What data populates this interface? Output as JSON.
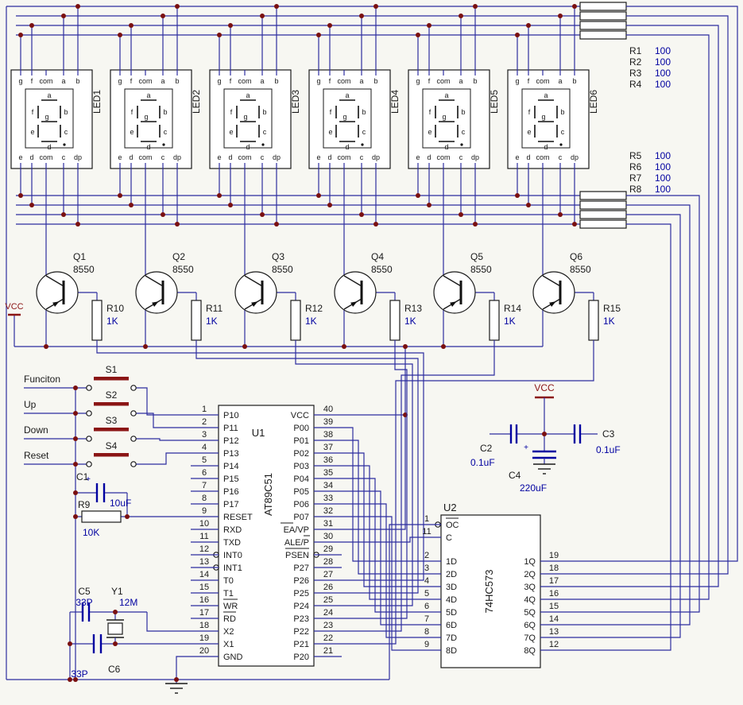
{
  "colors": {
    "wire": "#2d2da0",
    "junction": "#7a1010",
    "accent_red": "#8b1515",
    "value_blue": "#0000a0",
    "ink": "#1a1a1a",
    "background": "#f7f7f2"
  },
  "display": {
    "top_pins": [
      "g",
      "f",
      "com",
      "a",
      "b"
    ],
    "bottom_pins": [
      "e",
      "d",
      "com",
      "c",
      "dp"
    ],
    "segs": {
      "a": "a",
      "b": "b",
      "c": "c",
      "d": "d",
      "e": "e",
      "f": "f",
      "g": "g"
    },
    "names": [
      "LED1",
      "LED2",
      "LED3",
      "LED4",
      "LED5",
      "LED6"
    ]
  },
  "res_top": [
    {
      "ref": "R1",
      "val": "100"
    },
    {
      "ref": "R2",
      "val": "100"
    },
    {
      "ref": "R3",
      "val": "100"
    },
    {
      "ref": "R4",
      "val": "100"
    }
  ],
  "res_mid": [
    {
      "ref": "R5",
      "val": "100"
    },
    {
      "ref": "R6",
      "val": "100"
    },
    {
      "ref": "R7",
      "val": "100"
    },
    {
      "ref": "R8",
      "val": "100"
    }
  ],
  "transistors": [
    {
      "ref": "Q1",
      "val": "8550"
    },
    {
      "ref": "Q2",
      "val": "8550"
    },
    {
      "ref": "Q3",
      "val": "8550"
    },
    {
      "ref": "Q4",
      "val": "8550"
    },
    {
      "ref": "Q5",
      "val": "8550"
    },
    {
      "ref": "Q6",
      "val": "8550"
    }
  ],
  "res_base": [
    {
      "ref": "R10",
      "val": "1K"
    },
    {
      "ref": "R11",
      "val": "1K"
    },
    {
      "ref": "R12",
      "val": "1K"
    },
    {
      "ref": "R13",
      "val": "1K"
    },
    {
      "ref": "R14",
      "val": "1K"
    },
    {
      "ref": "R15",
      "val": "1K"
    }
  ],
  "power": {
    "vcc": "VCC"
  },
  "buttons": {
    "actions": [
      "Funciton",
      "Up",
      "Down",
      "Reset"
    ],
    "refs": [
      "S1",
      "S2",
      "S3",
      "S4"
    ]
  },
  "c1": {
    "ref": "C1",
    "val": "10uF",
    "plus": "+"
  },
  "r9": {
    "ref": "R9",
    "val": "10K"
  },
  "u1": {
    "ref": "U1",
    "part": "AT89C51",
    "left": [
      {
        "n": "1",
        "t": "P10"
      },
      {
        "n": "2",
        "t": "P11"
      },
      {
        "n": "3",
        "t": "P12"
      },
      {
        "n": "4",
        "t": "P13"
      },
      {
        "n": "5",
        "t": "P14"
      },
      {
        "n": "6",
        "t": "P15"
      },
      {
        "n": "7",
        "t": "P16"
      },
      {
        "n": "8",
        "t": "P17"
      },
      {
        "n": "9",
        "t": "RESET"
      },
      {
        "n": "10",
        "t": "RXD"
      },
      {
        "n": "11",
        "t": "TXD"
      },
      {
        "n": "12",
        "t": "INT0"
      },
      {
        "n": "13",
        "t": "INT1"
      },
      {
        "n": "14",
        "t": "T0"
      },
      {
        "n": "15",
        "t": "T1"
      },
      {
        "n": "16",
        "t": "WR"
      },
      {
        "n": "17",
        "t": "RD"
      },
      {
        "n": "18",
        "t": "X2"
      },
      {
        "n": "19",
        "t": "X1"
      },
      {
        "n": "20",
        "t": "GND"
      }
    ],
    "right": [
      {
        "n": "40",
        "t": "VCC"
      },
      {
        "n": "39",
        "t": "P00"
      },
      {
        "n": "38",
        "t": "P01"
      },
      {
        "n": "37",
        "t": "P02"
      },
      {
        "n": "36",
        "t": "P03"
      },
      {
        "n": "35",
        "t": "P04"
      },
      {
        "n": "34",
        "t": "P05"
      },
      {
        "n": "33",
        "t": "P06"
      },
      {
        "n": "32",
        "t": "P07"
      },
      {
        "n": "31",
        "t": "EA/VP"
      },
      {
        "n": "30",
        "t": "ALE/P"
      },
      {
        "n": "29",
        "t": "PSEN"
      },
      {
        "n": "28",
        "t": "P27"
      },
      {
        "n": "27",
        "t": "P26"
      },
      {
        "n": "26",
        "t": "P25"
      },
      {
        "n": "25",
        "t": "P24"
      },
      {
        "n": "24",
        "t": "P23"
      },
      {
        "n": "23",
        "t": "P22"
      },
      {
        "n": "22",
        "t": "P21"
      },
      {
        "n": "21",
        "t": "P20"
      }
    ]
  },
  "u2": {
    "ref": "U2",
    "part": "74HC573",
    "left": [
      {
        "n": "1",
        "t": "OC"
      },
      {
        "n": "11",
        "t": "C"
      },
      {
        "n": "2",
        "t": "1D"
      },
      {
        "n": "3",
        "t": "2D"
      },
      {
        "n": "4",
        "t": "3D"
      },
      {
        "n": "5",
        "t": "4D"
      },
      {
        "n": "6",
        "t": "5D"
      },
      {
        "n": "7",
        "t": "6D"
      },
      {
        "n": "8",
        "t": "7D"
      },
      {
        "n": "9",
        "t": "8D"
      }
    ],
    "right": [
      {
        "n": "19",
        "t": "1Q"
      },
      {
        "n": "18",
        "t": "2Q"
      },
      {
        "n": "17",
        "t": "3Q"
      },
      {
        "n": "16",
        "t": "4Q"
      },
      {
        "n": "15",
        "t": "5Q"
      },
      {
        "n": "14",
        "t": "6Q"
      },
      {
        "n": "13",
        "t": "7Q"
      },
      {
        "n": "12",
        "t": "8Q"
      }
    ]
  },
  "caps": {
    "c2": {
      "ref": "C2",
      "val": "0.1uF"
    },
    "c3": {
      "ref": "C3",
      "val": "0.1uF"
    },
    "c4": {
      "ref": "C4",
      "val": "220uF",
      "plus": "+"
    },
    "c5": {
      "ref": "C5",
      "val": "33P"
    },
    "c6": {
      "ref": "C6",
      "val": "33P"
    }
  },
  "y1": {
    "ref": "Y1",
    "val": "12M"
  }
}
